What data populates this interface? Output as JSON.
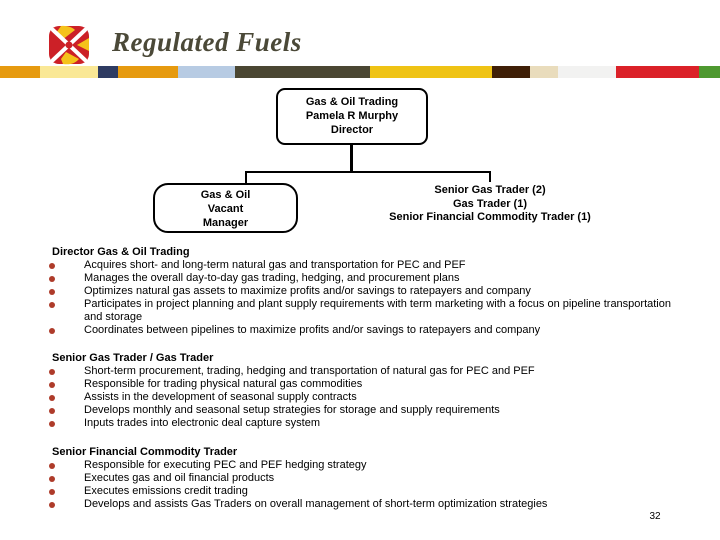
{
  "header": {
    "title": "Regulated Fuels",
    "logo": "pinwheel-logo"
  },
  "color_bar": {
    "segments": [
      {
        "color": "#E69A0F",
        "width": 40
      },
      {
        "color": "#FAE896",
        "width": 58
      },
      {
        "color": "#2E3B62",
        "width": 20
      },
      {
        "color": "#E69A0F",
        "width": 60
      },
      {
        "color": "#B7CBE3",
        "width": 57
      },
      {
        "color": "#4A4632",
        "width": 135
      },
      {
        "color": "#EFC315",
        "width": 122
      },
      {
        "color": "#3F1F07",
        "width": 38
      },
      {
        "color": "#E9DCBC",
        "width": 28
      },
      {
        "color": "#F2F2F1",
        "width": 58
      },
      {
        "color": "#DB2128",
        "width": 83
      },
      {
        "color": "#4E9930",
        "width": 21
      }
    ]
  },
  "org_chart": {
    "director_box": {
      "lines": [
        "Gas & Oil Trading",
        "Pamela R Murphy",
        "Director"
      ]
    },
    "manager_box": {
      "lines": [
        "Gas & Oil",
        "Vacant",
        "Manager"
      ]
    },
    "trader_group": {
      "lines": [
        "Senior Gas Trader (2)",
        "Gas Trader (1)",
        "Senior Financial Commodity Trader (1)"
      ]
    }
  },
  "sections": [
    {
      "heading": "Director Gas & Oil Trading",
      "bullets": [
        "Acquires short- and long-term natural gas and transportation for PEC and PEF",
        "Manages the overall day-to-day gas trading, hedging, and procurement plans",
        "Optimizes natural gas assets to maximize profits and/or savings to ratepayers and company",
        "Participates in project planning and plant supply requirements with term marketing with a focus on pipeline transportation and storage",
        "Coordinates between pipelines to maximize profits and/or savings to ratepayers and company"
      ]
    },
    {
      "heading": "Senior Gas Trader / Gas Trader",
      "bullets": [
        "Short-term procurement, trading, hedging and transportation of natural gas for PEC and PEF",
        "Responsible for trading physical natural gas commodities",
        "Assists in the development of seasonal supply contracts",
        "Develops monthly and seasonal setup strategies for storage and supply requirements",
        "Inputs trades into electronic deal capture system"
      ]
    },
    {
      "heading": "Senior Financial Commodity Trader",
      "bullets": [
        "Responsible for executing PEC and PEF hedging strategy",
        "Executes gas and oil financial products",
        "Executes emissions credit trading",
        "Develops and assists Gas Traders on overall management of short-term optimization strategies"
      ]
    }
  ],
  "footer": {
    "page_number": "32"
  },
  "colors": {
    "title": "#4B4938",
    "bullet": "#AE3B2A",
    "line": "#000000",
    "logo_red": "#CC2027",
    "logo_gold": "#F5C21B"
  }
}
